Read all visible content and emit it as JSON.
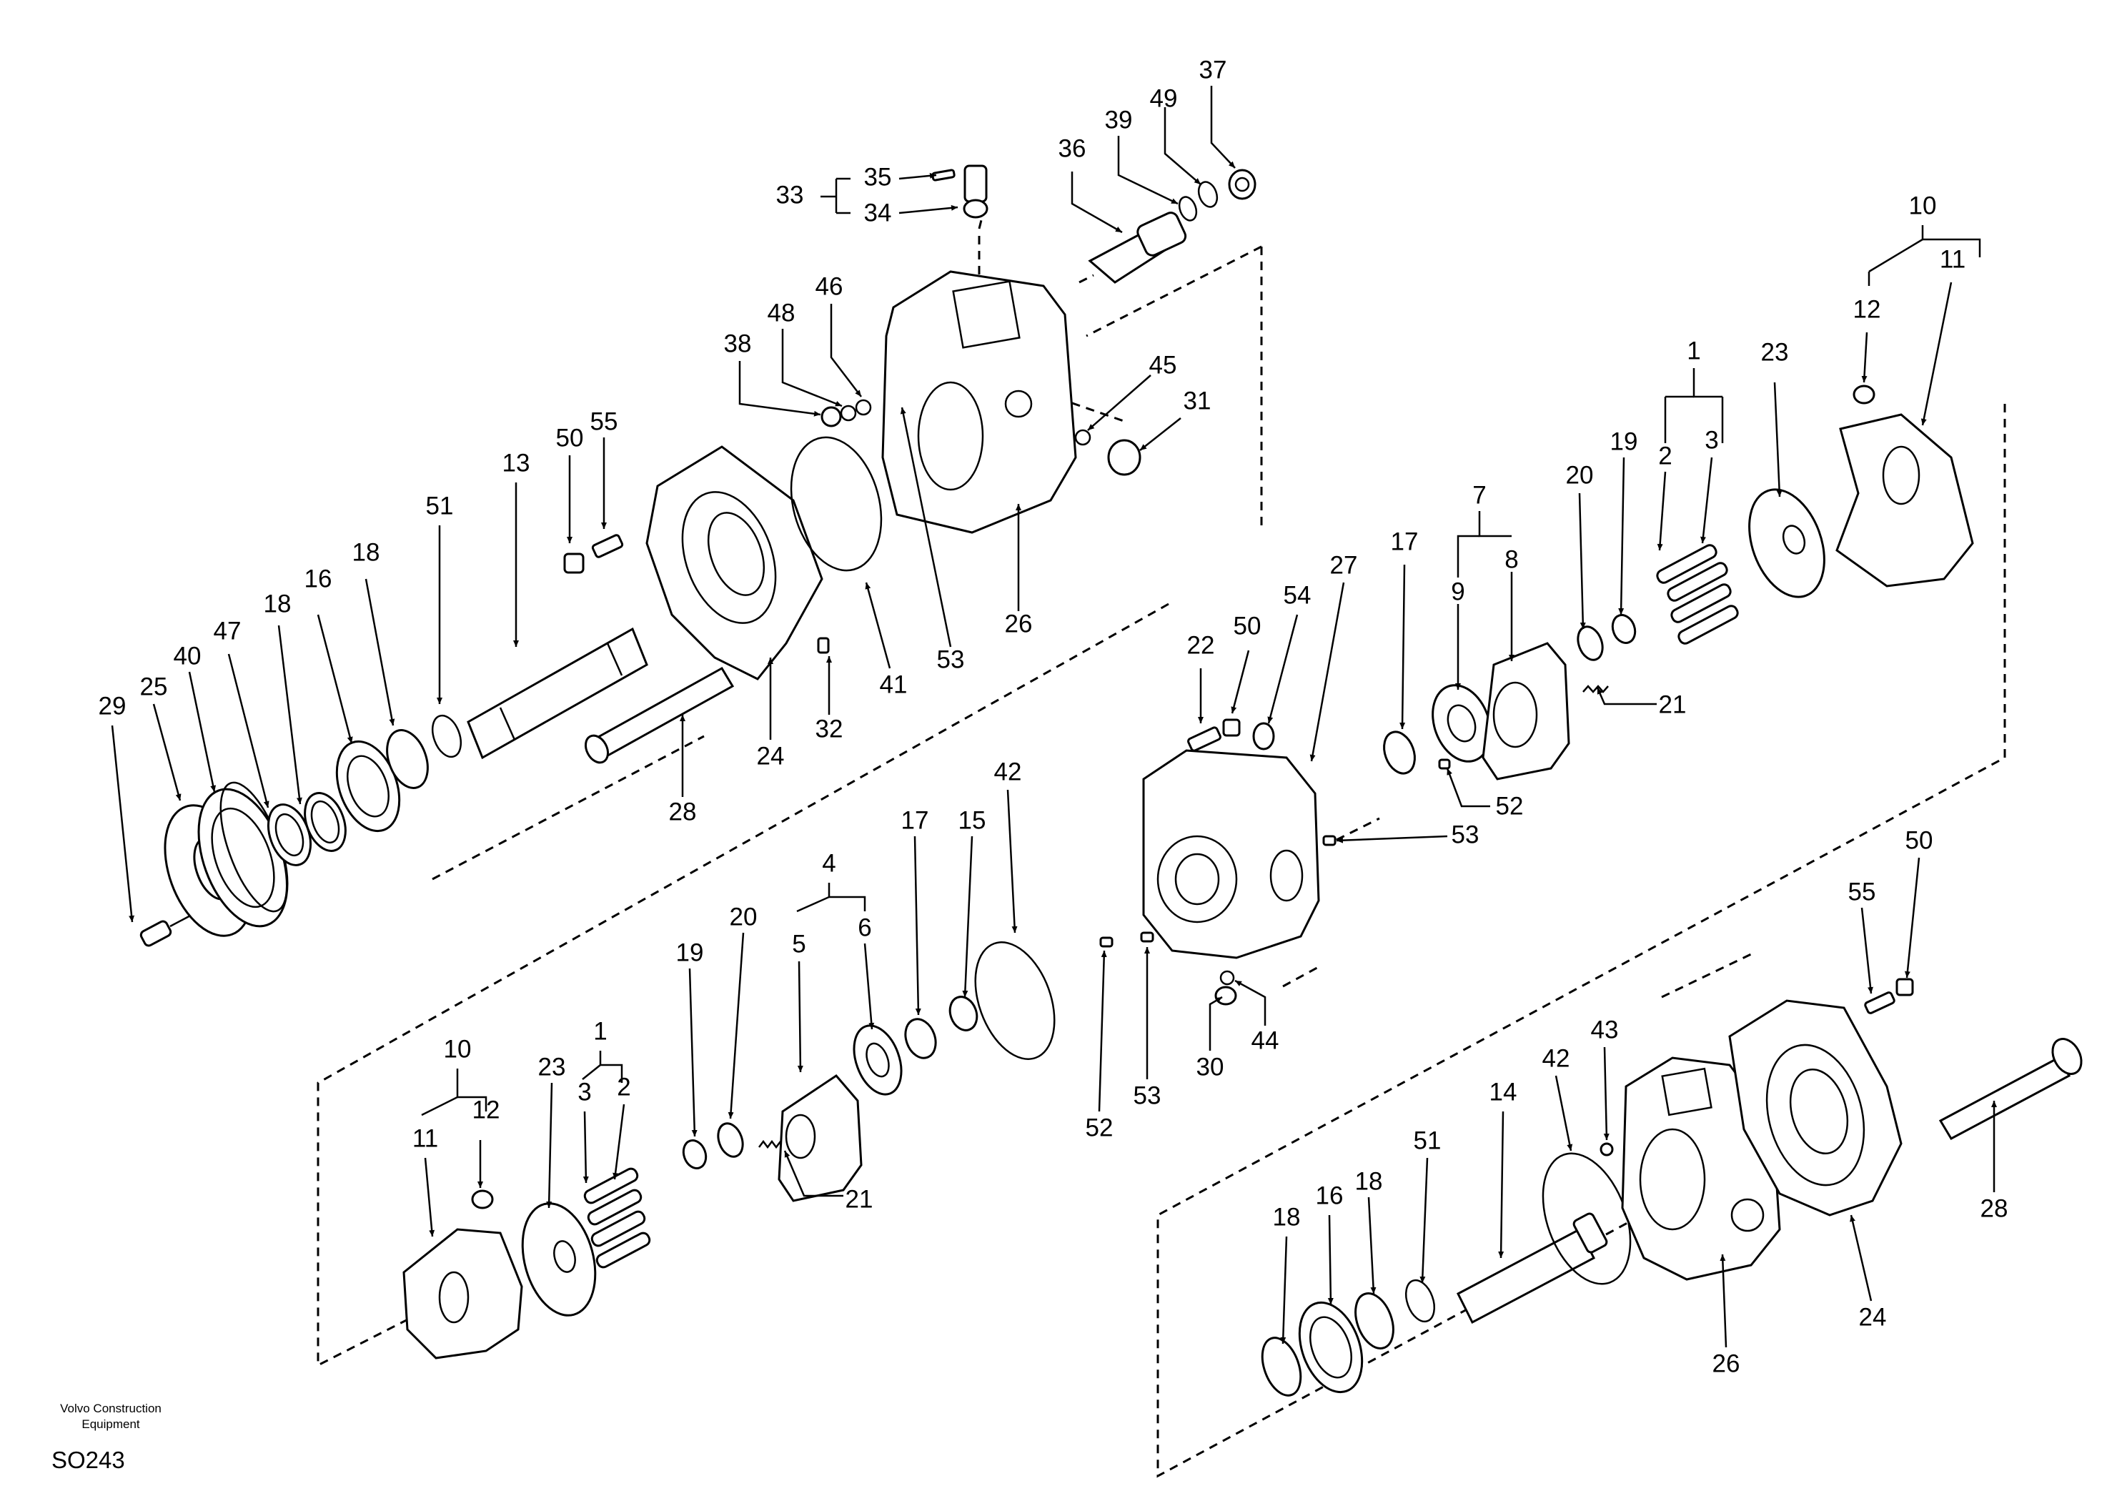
{
  "footer": {
    "company_line1": "Volvo Construction",
    "company_line2": "Equipment",
    "drawing_code": "SO243"
  },
  "callouts": [
    "1",
    "2",
    "3",
    "4",
    "5",
    "6",
    "7",
    "8",
    "9",
    "10",
    "11",
    "12",
    "13",
    "14",
    "15",
    "16",
    "17",
    "18",
    "19",
    "20",
    "21",
    "22",
    "23",
    "24",
    "25",
    "26",
    "27",
    "28",
    "29",
    "30",
    "31",
    "32",
    "33",
    "34",
    "35",
    "36",
    "37",
    "38",
    "39",
    "40",
    "41",
    "42",
    "43",
    "44",
    "45",
    "46",
    "47",
    "48",
    "49",
    "50",
    "51",
    "52",
    "53",
    "54",
    "55"
  ]
}
